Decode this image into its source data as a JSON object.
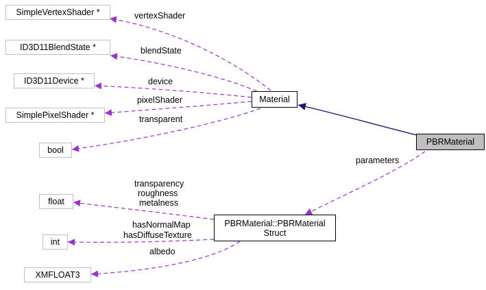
{
  "nodes": {
    "simple_vertex_shader": "SimpleVertexShader *",
    "blend_state": "ID3D11BlendState *",
    "device": "ID3D11Device *",
    "simple_pixel_shader": "SimplePixelShader *",
    "bool": "bool",
    "float": "float",
    "int": "int",
    "xmfloat3": "XMFLOAT3",
    "material": "Material",
    "pbr_material": "PBRMaterial",
    "pbr_material_struct_line1": "PBRMaterial::PBRMaterial",
    "pbr_material_struct_line2": "Struct"
  },
  "edge_labels": {
    "vertex_shader": "vertexShader",
    "blend_state": "blendState",
    "device": "device",
    "pixel_shader": "pixelShader",
    "transparent": "transparent",
    "parameters": "parameters",
    "float_members": [
      "transparency",
      "roughness",
      "metalness"
    ],
    "int_members": [
      "hasNormalMap",
      "hasDiffuseTexture"
    ],
    "albedo": "albedo"
  },
  "colors": {
    "usage_edge": "#9a32cd",
    "inheritance_edge": "#191970",
    "external_box_border": "#bfbfbf",
    "class_box_border": "#000000",
    "focus_fill": "#bfbfbf"
  }
}
